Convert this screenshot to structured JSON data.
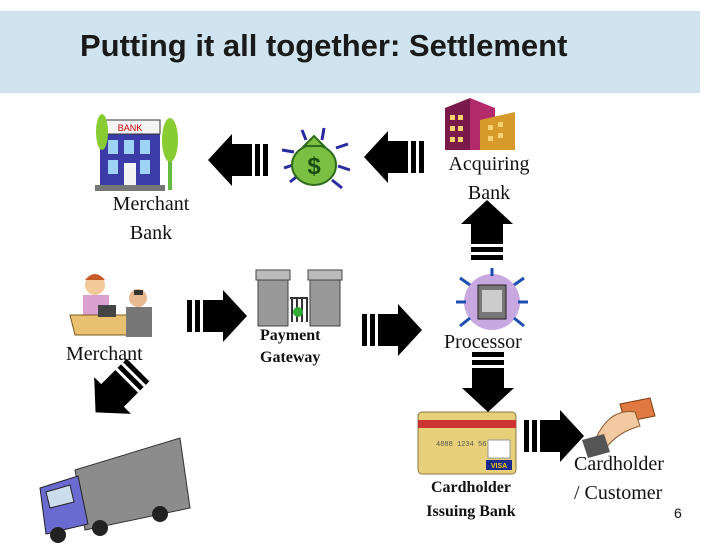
{
  "title": "Putting it all together: Settlement",
  "nodes": {
    "merchant_bank": "Merchant\nBank",
    "acquiring_bank": "Acquiring\nBank",
    "merchant": "Merchant",
    "payment_gateway": "Payment\nGateway",
    "processor": "Processor",
    "cardholder_issuing_bank": "Cardholder\nIssuing Bank",
    "cardholder_customer": "Cardholder\n/ Customer"
  },
  "card_brand": "VISA",
  "bank_sign": "BANK",
  "money_symbol": "$",
  "page_number": "6",
  "colors": {
    "title_bar": "#cfe4ee",
    "arrow": "#000000",
    "card_gold": "#e8cf7a",
    "money_green": "#3a9a3a"
  },
  "icons": [
    "bank-building-icon",
    "money-bag-icon",
    "office-building-icon",
    "merchant-counter-icon",
    "gateway-icon",
    "processor-gear-icon",
    "credit-card-icon",
    "hand-card-icon",
    "truck-icon"
  ]
}
